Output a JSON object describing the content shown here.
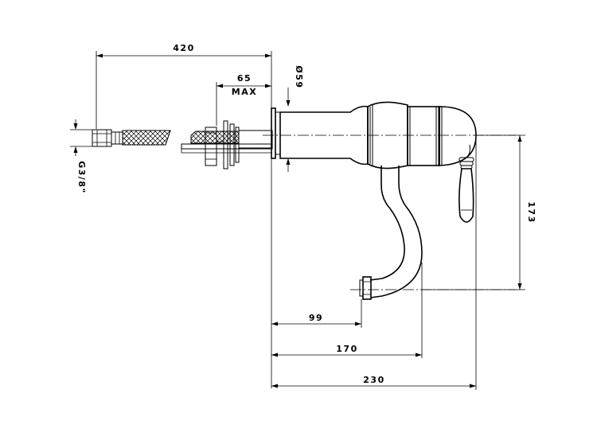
{
  "dimensions": {
    "overall_length": "420",
    "max_thickness_value": "65",
    "max_thickness_label": "MAX",
    "body_diameter": "Ø59",
    "thread_size": "G3/8\"",
    "height": "173",
    "spout_reach": "99",
    "spout_length": "170",
    "total_length": "230"
  },
  "icons": {
    "mesh_hose": "braided-hose-icon",
    "lever_handle": "lever-handle-icon"
  }
}
